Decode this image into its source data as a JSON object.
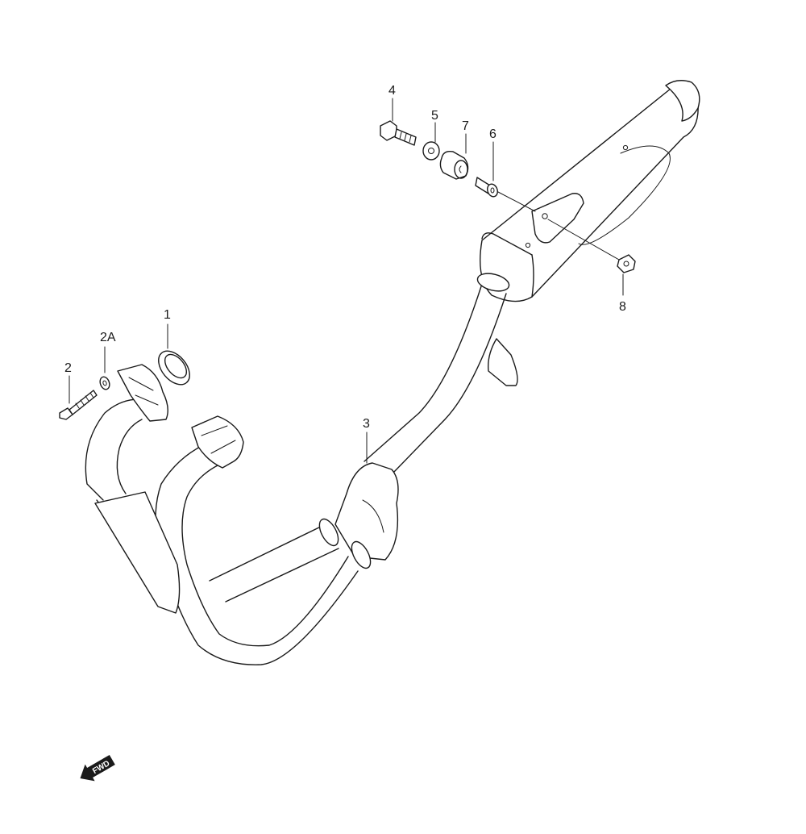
{
  "callouts": {
    "p1": "1",
    "p2": "2",
    "p2a": "2A",
    "p3": "3",
    "p4": "4",
    "p5": "5",
    "p6": "6",
    "p7": "7",
    "p8": "8"
  },
  "direction_badge": {
    "label": "FWD"
  }
}
